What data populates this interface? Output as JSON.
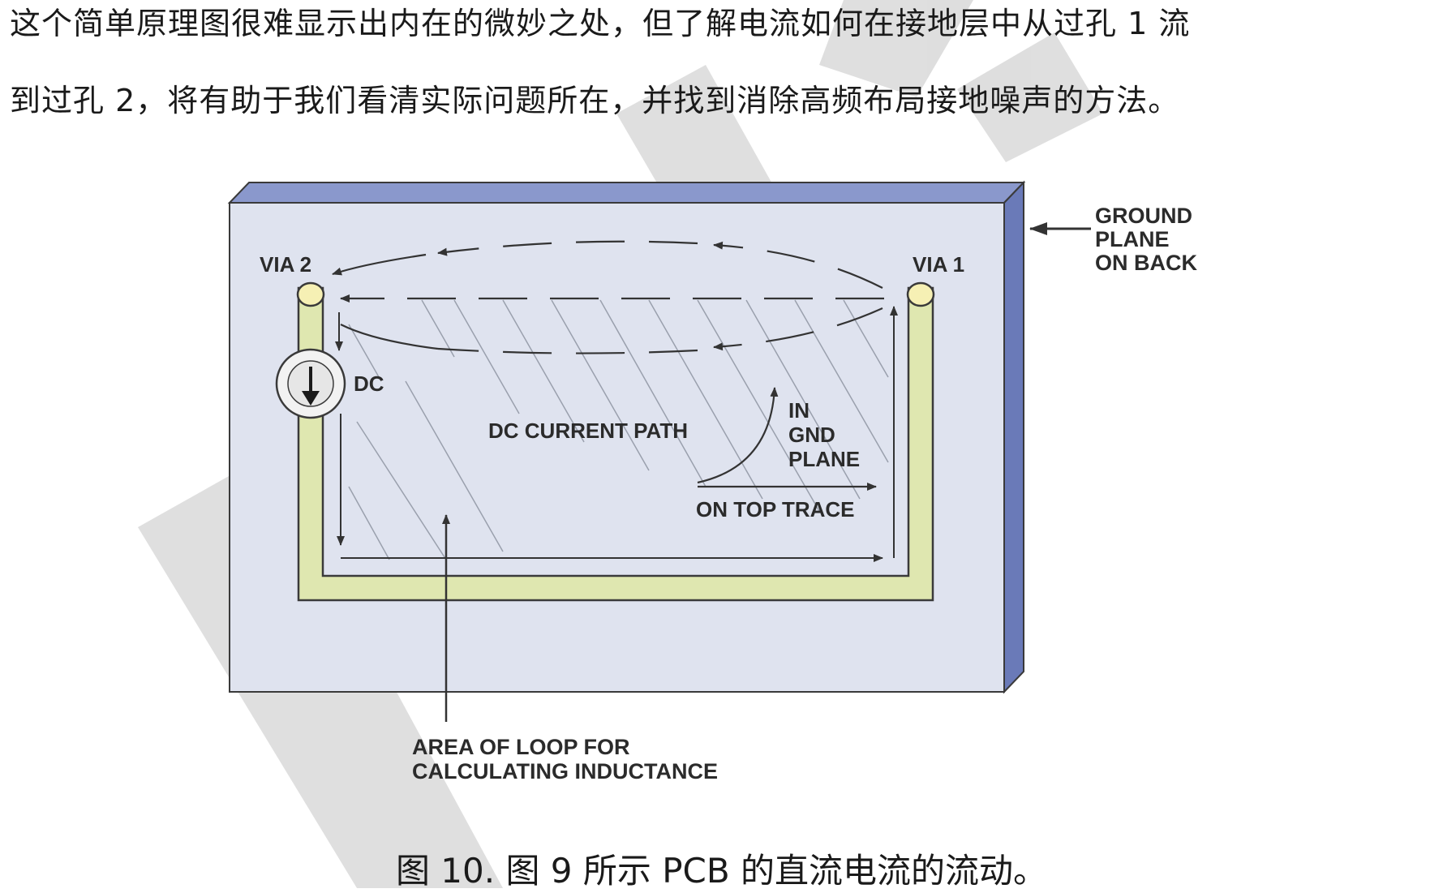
{
  "text": {
    "line1": "这个简单原理图很难显示出内在的微妙之处，但了解电流如何在接地层中从过孔 1 流",
    "line2": "到过孔 2，将有助于我们看清实际问题所在，并找到消除高频布局接地噪声的方法。"
  },
  "diagram": {
    "labels": {
      "via2": "VIA 2",
      "via1": "VIA 1",
      "ground_plane": [
        "GROUND",
        "PLANE",
        "ON BACK"
      ],
      "dc": "DC",
      "dc_current_path": "DC CURRENT PATH",
      "in_gnd_plane": [
        "IN",
        "GND",
        "PLANE"
      ],
      "on_top_trace": "ON TOP TRACE",
      "area_of_loop": [
        "AREA OF LOOP FOR",
        "CALCULATING INDUCTANCE"
      ]
    },
    "colors": {
      "board_face": "#dfe3ef",
      "board_side": "#6a7ab8",
      "trace": "#dfe7b0",
      "via": "#f6f0b4",
      "outline": "#3a3a3a",
      "watermark": "#d9d9d9"
    }
  },
  "caption": "图 10. 图 9 所示 PCB 的直流电流的流动。"
}
